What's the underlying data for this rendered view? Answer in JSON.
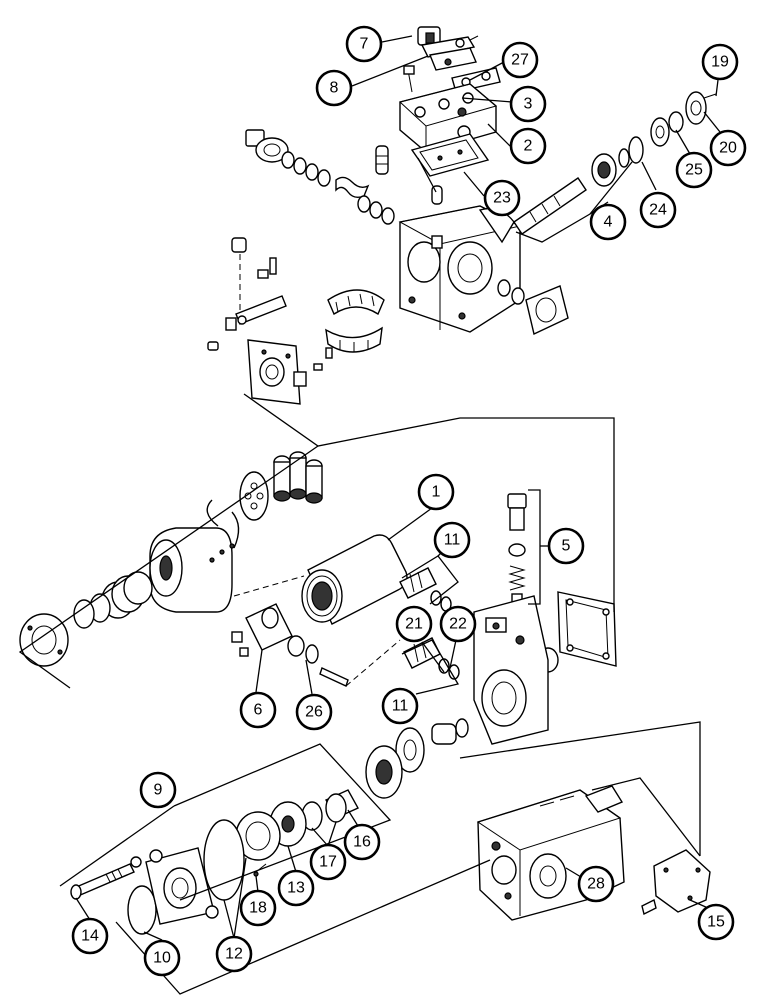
{
  "callouts": [
    {
      "label": "1"
    },
    {
      "label": "2"
    },
    {
      "label": "3"
    },
    {
      "label": "4"
    },
    {
      "label": "5"
    },
    {
      "label": "6"
    },
    {
      "label": "7"
    },
    {
      "label": "8"
    },
    {
      "label": "9"
    },
    {
      "label": "10"
    },
    {
      "label": "11"
    },
    {
      "label": "11"
    },
    {
      "label": "12"
    },
    {
      "label": "13"
    },
    {
      "label": "14"
    },
    {
      "label": "15"
    },
    {
      "label": "16"
    },
    {
      "label": "17"
    },
    {
      "label": "18"
    },
    {
      "label": "19"
    },
    {
      "label": "20"
    },
    {
      "label": "21"
    },
    {
      "label": "22"
    },
    {
      "label": "23"
    },
    {
      "label": "24"
    },
    {
      "label": "25"
    },
    {
      "label": "26"
    },
    {
      "label": "27"
    },
    {
      "label": "28"
    }
  ]
}
